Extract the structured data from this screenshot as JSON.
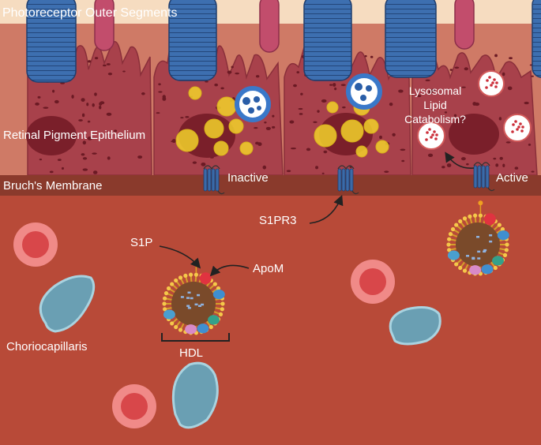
{
  "labels": {
    "photoreceptor": "Photoreceptor Outer Segments",
    "rpe": "Retinal Pigment Epithelium",
    "bruch": "Bruch's Membrane",
    "choriocapillaris": "Choriocapillaris",
    "inactive": "Inactive",
    "active": "Active",
    "s1pr3": "S1PR3",
    "s1p": "S1P",
    "apom": "ApoM",
    "hdl": "HDL",
    "lysosomal_1": "Lysosomal",
    "lysosomal_2": "Lipid",
    "lysosomal_3": "Catabolism?"
  },
  "colors": {
    "photoreceptor_band": "#f6dcc0",
    "rpe_cell": "#a8414b",
    "rpe_background": "#cf7a66",
    "nucleus": "#7a1f2a",
    "bruch": "#8a3a2c",
    "choroid": "#b84a38",
    "outer_segment": "#3d6fb0",
    "rod_pink": "#c24d6c",
    "lipid_droplet": "#f2d22a",
    "receptor": "#3b6aa8",
    "red_blood_cell": "#e06a68",
    "endothelial_cell": "#6a9fb3"
  },
  "icons": [
    "lipid-droplet-icon",
    "lysosome-icon",
    "phagosome-icon",
    "receptor-icon",
    "hdl-particle-icon",
    "red-blood-cell-icon",
    "arrow-icon"
  ]
}
